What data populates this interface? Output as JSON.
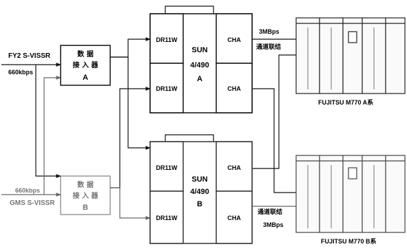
{
  "inputs": {
    "a_signal": "FY2 S-VISSR",
    "a_rate": "660kbps",
    "b_rate": "660kbps",
    "b_signal": "GMS S-VISSR"
  },
  "receivers": {
    "a": {
      "line1": "数 据",
      "line2": "接 入 器",
      "line3": "A"
    },
    "b": {
      "line1": "数 据",
      "line2": "接 入 器",
      "line3": "B"
    }
  },
  "servers": {
    "a": {
      "port_top": "DR11W",
      "port_bottom": "DR11W",
      "name1": "SUN",
      "name2": "4/490",
      "name3": "A",
      "cha_top": "CHA",
      "cha_bottom": "CHA"
    },
    "b": {
      "port_top": "DR11W",
      "port_bottom": "DR11W",
      "name1": "SUN",
      "name2": "4/490",
      "name3": "B",
      "cha_top": "CHA",
      "cha_bottom": "CHA"
    }
  },
  "links": {
    "a_rate": "3MBps",
    "a_text": "通道联结",
    "b_text": "通道联结",
    "b_rate": "3MBps"
  },
  "mainframes": {
    "a": "FUJITSU M770 A系",
    "b": "FUJITSU M770 B系"
  }
}
